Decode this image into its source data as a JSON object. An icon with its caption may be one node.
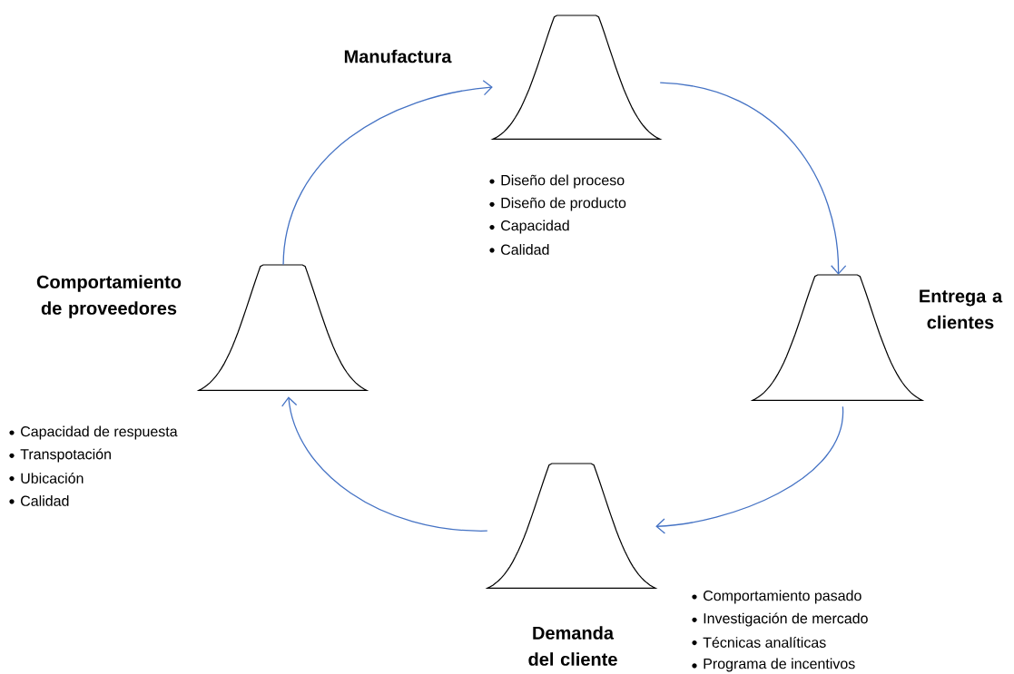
{
  "diagram": {
    "nodes": [
      {
        "text": [
          "Manufactura"
        ],
        "beside": [
          "Diseño del proceso",
          "Diseño de producto",
          "Capacidad",
          "Calidad"
        ]
      },
      {
        "text": [
          "Comportamiento de proveedores"
        ],
        "beside": [
          "Capacidad de respuesta",
          "Transpotación",
          "Ubicación",
          "Calidad"
        ]
      },
      {
        "text": [
          "Entrega a clientes"
        ]
      },
      {
        "text": [
          "Demanda del cliente"
        ],
        "beside": [
          "Comportamiento pasado",
          "Investigación de mercado",
          "Técnicas analíticas",
          "Programa de incentivos"
        ]
      }
    ],
    "edges": [
      {
        "from": 0,
        "to": 2,
        "arrow": "to"
      },
      {
        "from": 2,
        "to": 3,
        "arrow": "to"
      },
      {
        "from": 3,
        "to": 1,
        "arrow": "to"
      },
      {
        "from": 1,
        "to": 0,
        "arrow": "to"
      }
    ]
  }
}
